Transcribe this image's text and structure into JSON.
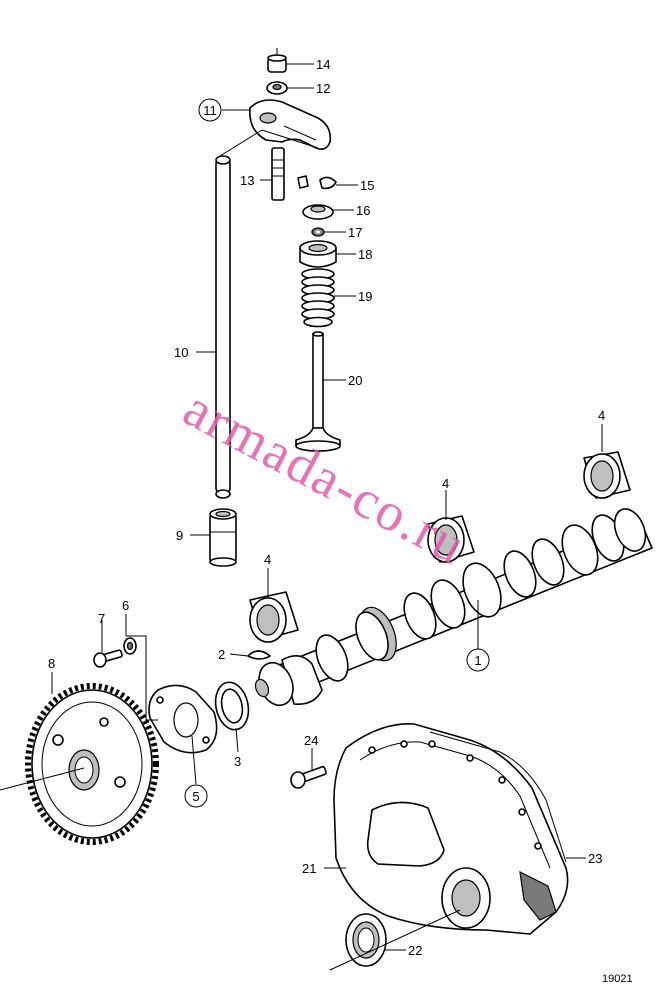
{
  "watermark": "armada-co.ru",
  "reference_number": "19021",
  "colors": {
    "line": "#000000",
    "watermark": "#e45aa5",
    "background": "#ffffff"
  },
  "callouts": {
    "p1": "1",
    "p2": "2",
    "p3": "3",
    "p4a": "4",
    "p4b": "4",
    "p4c": "4",
    "p5": "5",
    "p6": "6",
    "p7": "7",
    "p8": "8",
    "p9": "9",
    "p10": "10",
    "p11": "11",
    "p12": "12",
    "p13": "13",
    "p14": "14",
    "p15": "15",
    "p16": "16",
    "p17": "17",
    "p18": "18",
    "p19": "19",
    "p20": "20",
    "p21": "21",
    "p22": "22",
    "p23": "23",
    "p24": "24"
  }
}
